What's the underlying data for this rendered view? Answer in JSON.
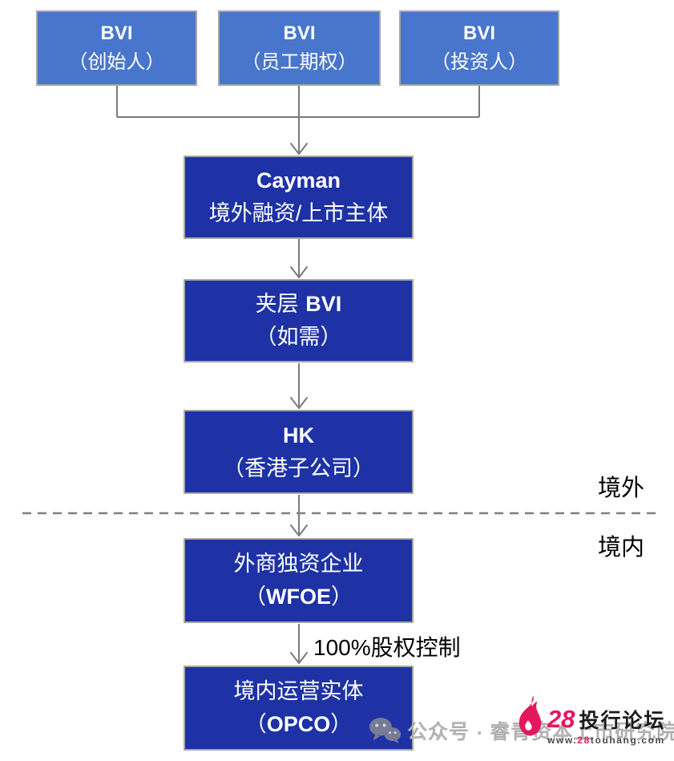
{
  "diagram": {
    "bvi_boxes": [
      {
        "name": "BVI",
        "subtitle": "（创始人）"
      },
      {
        "name": "BVI",
        "subtitle": "（员工期权）"
      },
      {
        "name": "BVI",
        "subtitle": "（投资人）"
      }
    ],
    "cayman": {
      "name": "Cayman",
      "subtitle": "境外融资/上市主体"
    },
    "mezzanine": {
      "name_cn": "夹层",
      "name_en": "BVI",
      "subtitle": "（如需）"
    },
    "hk": {
      "name": "HK",
      "subtitle": "（香港子公司）"
    },
    "wfoe": {
      "title": "外商独资企业",
      "paren_open": "（",
      "abbr": "WFOE",
      "paren_close": "）"
    },
    "opco": {
      "title": "境内运营实体",
      "paren_open": "（",
      "abbr": "OPCO",
      "paren_close": "）"
    },
    "edge_label": "100%股权控制",
    "offshore_label": "境外",
    "onshore_label": "境内"
  },
  "watermark": {
    "icon": "wechat-icon",
    "text": "公众号 · 睿青资本上市研究院"
  },
  "logo": {
    "icon": "flame-icon",
    "number": "28",
    "name": "投行论坛",
    "url_www": "www.",
    "url_number": "28",
    "url_rest": "touhang.com"
  },
  "colors": {
    "box_light_blue": "#4876CD",
    "box_dark_blue": "#1E32A6",
    "box_border_gray": "#A6A6A6",
    "connector_gray": "#7A7A7A",
    "divider_gray": "#7F7F7F",
    "brand_pink": "#E3175E",
    "watermark_gray": "#BDBDBD",
    "box_text_white": "#FFFFFF",
    "label_black": "#000000"
  }
}
